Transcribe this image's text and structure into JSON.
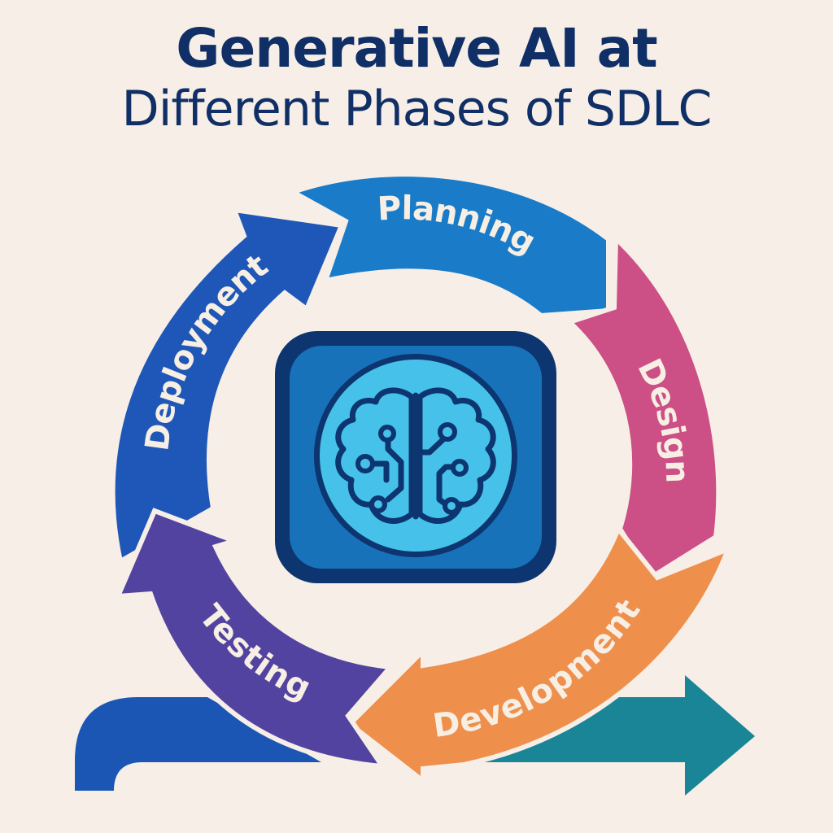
{
  "title": {
    "line1": "Generative AI at",
    "line2": "Different Phases of SDLC"
  },
  "phases": [
    {
      "id": "planning",
      "label": "Planning",
      "color": "#1a7bc8"
    },
    {
      "id": "design",
      "label": "Design",
      "color": "#cc4f86"
    },
    {
      "id": "development",
      "label": "Development",
      "color": "#ef8f4c"
    },
    {
      "id": "testing",
      "label": "Testing",
      "color": "#5343a0"
    },
    {
      "id": "deployment",
      "label": "Deployment",
      "color": "#1f57b8"
    }
  ],
  "center_icon": {
    "name": "ai-brain-circuit-icon",
    "frame_color": "#0d3570",
    "fill_color": "#1872b9",
    "circle_color": "#46c2ea"
  },
  "bottom_arrows": {
    "left_color": "#1b56b4",
    "right_color": "#1a8596"
  },
  "colors": {
    "background": "#f7efe7",
    "title": "#0f2f66",
    "label_text": "#f7efe4"
  }
}
